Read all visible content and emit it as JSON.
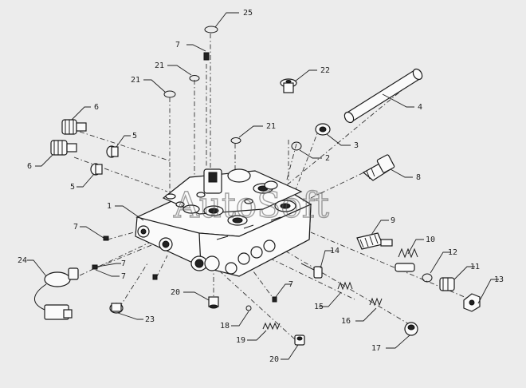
{
  "watermark": "AutoSoft",
  "callouts": [
    {
      "id": "c25",
      "label": "25"
    },
    {
      "id": "c7a",
      "label": "7"
    },
    {
      "id": "c21a",
      "label": "21"
    },
    {
      "id": "c22",
      "label": "22"
    },
    {
      "id": "c21b",
      "label": "21"
    },
    {
      "id": "c4",
      "label": "4"
    },
    {
      "id": "c6a",
      "label": "6"
    },
    {
      "id": "c5a",
      "label": "5"
    },
    {
      "id": "c21c",
      "label": "21"
    },
    {
      "id": "c3",
      "label": "3"
    },
    {
      "id": "c2",
      "label": "2"
    },
    {
      "id": "c6b",
      "label": "6"
    },
    {
      "id": "c5b",
      "label": "5"
    },
    {
      "id": "c8",
      "label": "8"
    },
    {
      "id": "c1",
      "label": "1"
    },
    {
      "id": "c9",
      "label": "9"
    },
    {
      "id": "c7b",
      "label": "7"
    },
    {
      "id": "c10",
      "label": "10"
    },
    {
      "id": "c12",
      "label": "12"
    },
    {
      "id": "c14",
      "label": "14"
    },
    {
      "id": "c11",
      "label": "11"
    },
    {
      "id": "c24",
      "label": "24"
    },
    {
      "id": "c7c",
      "label": "7"
    },
    {
      "id": "c7d",
      "label": "7"
    },
    {
      "id": "c13",
      "label": "13"
    },
    {
      "id": "c7e",
      "label": "7"
    },
    {
      "id": "c20a",
      "label": "20"
    },
    {
      "id": "c15",
      "label": "15"
    },
    {
      "id": "c16",
      "label": "16"
    },
    {
      "id": "c23",
      "label": "23"
    },
    {
      "id": "c18",
      "label": "18"
    },
    {
      "id": "c19",
      "label": "19"
    },
    {
      "id": "c17",
      "label": "17"
    },
    {
      "id": "c20b",
      "label": "20"
    }
  ]
}
